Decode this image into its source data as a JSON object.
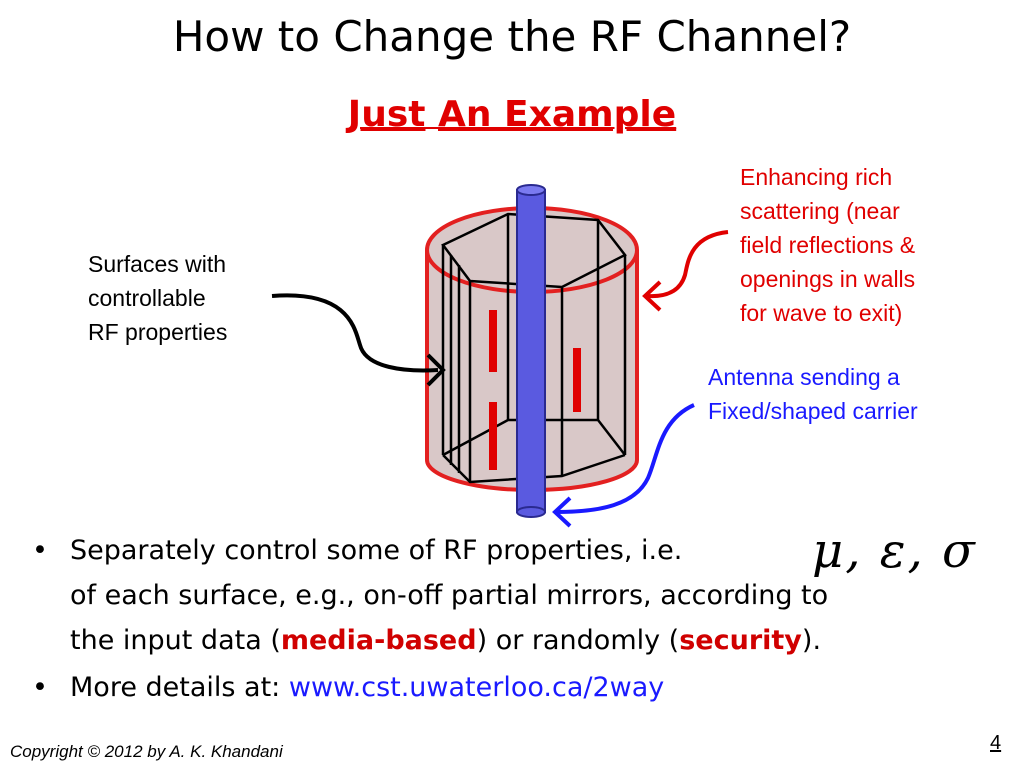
{
  "slide": {
    "title": "How to Change the RF Channel?",
    "subtitle_part1": "Just",
    "subtitle_part2": "An Example",
    "labels": {
      "surfaces": [
        "Surfaces with",
        "controllable",
        "RF properties"
      ],
      "scattering": [
        "Enhancing rich",
        "scattering (near",
        "field reflections &",
        "openings in walls",
        "for wave to exit)"
      ],
      "antenna": [
        "Antenna sending a",
        "Fixed/shaped carrier"
      ]
    },
    "bullets": {
      "b1_text1": "Separately control some of RF properties, i.e.",
      "b1_text2": "of each surface, e.g., on-off partial mirrors, according to",
      "b1_text3a": "the input data (",
      "b1_emph1": "media-based",
      "b1_text3b": ") or randomly (",
      "b1_emph2": "security",
      "b1_text3c": ").",
      "b2_text": "More details at:",
      "b2_link": "www.cst.uwaterloo.ca/2way"
    },
    "math_symbols": "μ, ε, σ",
    "copyright": "Copyright © 2012 by A. K. Khandani",
    "page_number": "4",
    "colors": {
      "red": "#e00000",
      "blue": "#1a1aff",
      "antenna": "#5a5ae0"
    }
  }
}
